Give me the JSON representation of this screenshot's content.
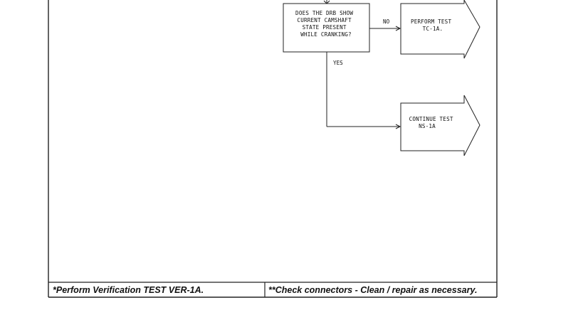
{
  "flowchart": {
    "question": {
      "lines": [
        "DOES THE DRB SHOW",
        "CURRENT CAMSHAFT",
        "STATE PRESENT",
        "WHILE CRANKING?"
      ]
    },
    "no_label": "NO",
    "yes_label": "YES",
    "result_no": {
      "lines": [
        "PERFORM TEST",
        "TC-1A."
      ]
    },
    "result_yes": {
      "lines": [
        "CONTINUE TEST",
        "NS-1A"
      ]
    }
  },
  "footer": {
    "left": "*Perform Verification TEST VER-1A.",
    "right": "**Check connectors - Clean / repair as necessary."
  }
}
